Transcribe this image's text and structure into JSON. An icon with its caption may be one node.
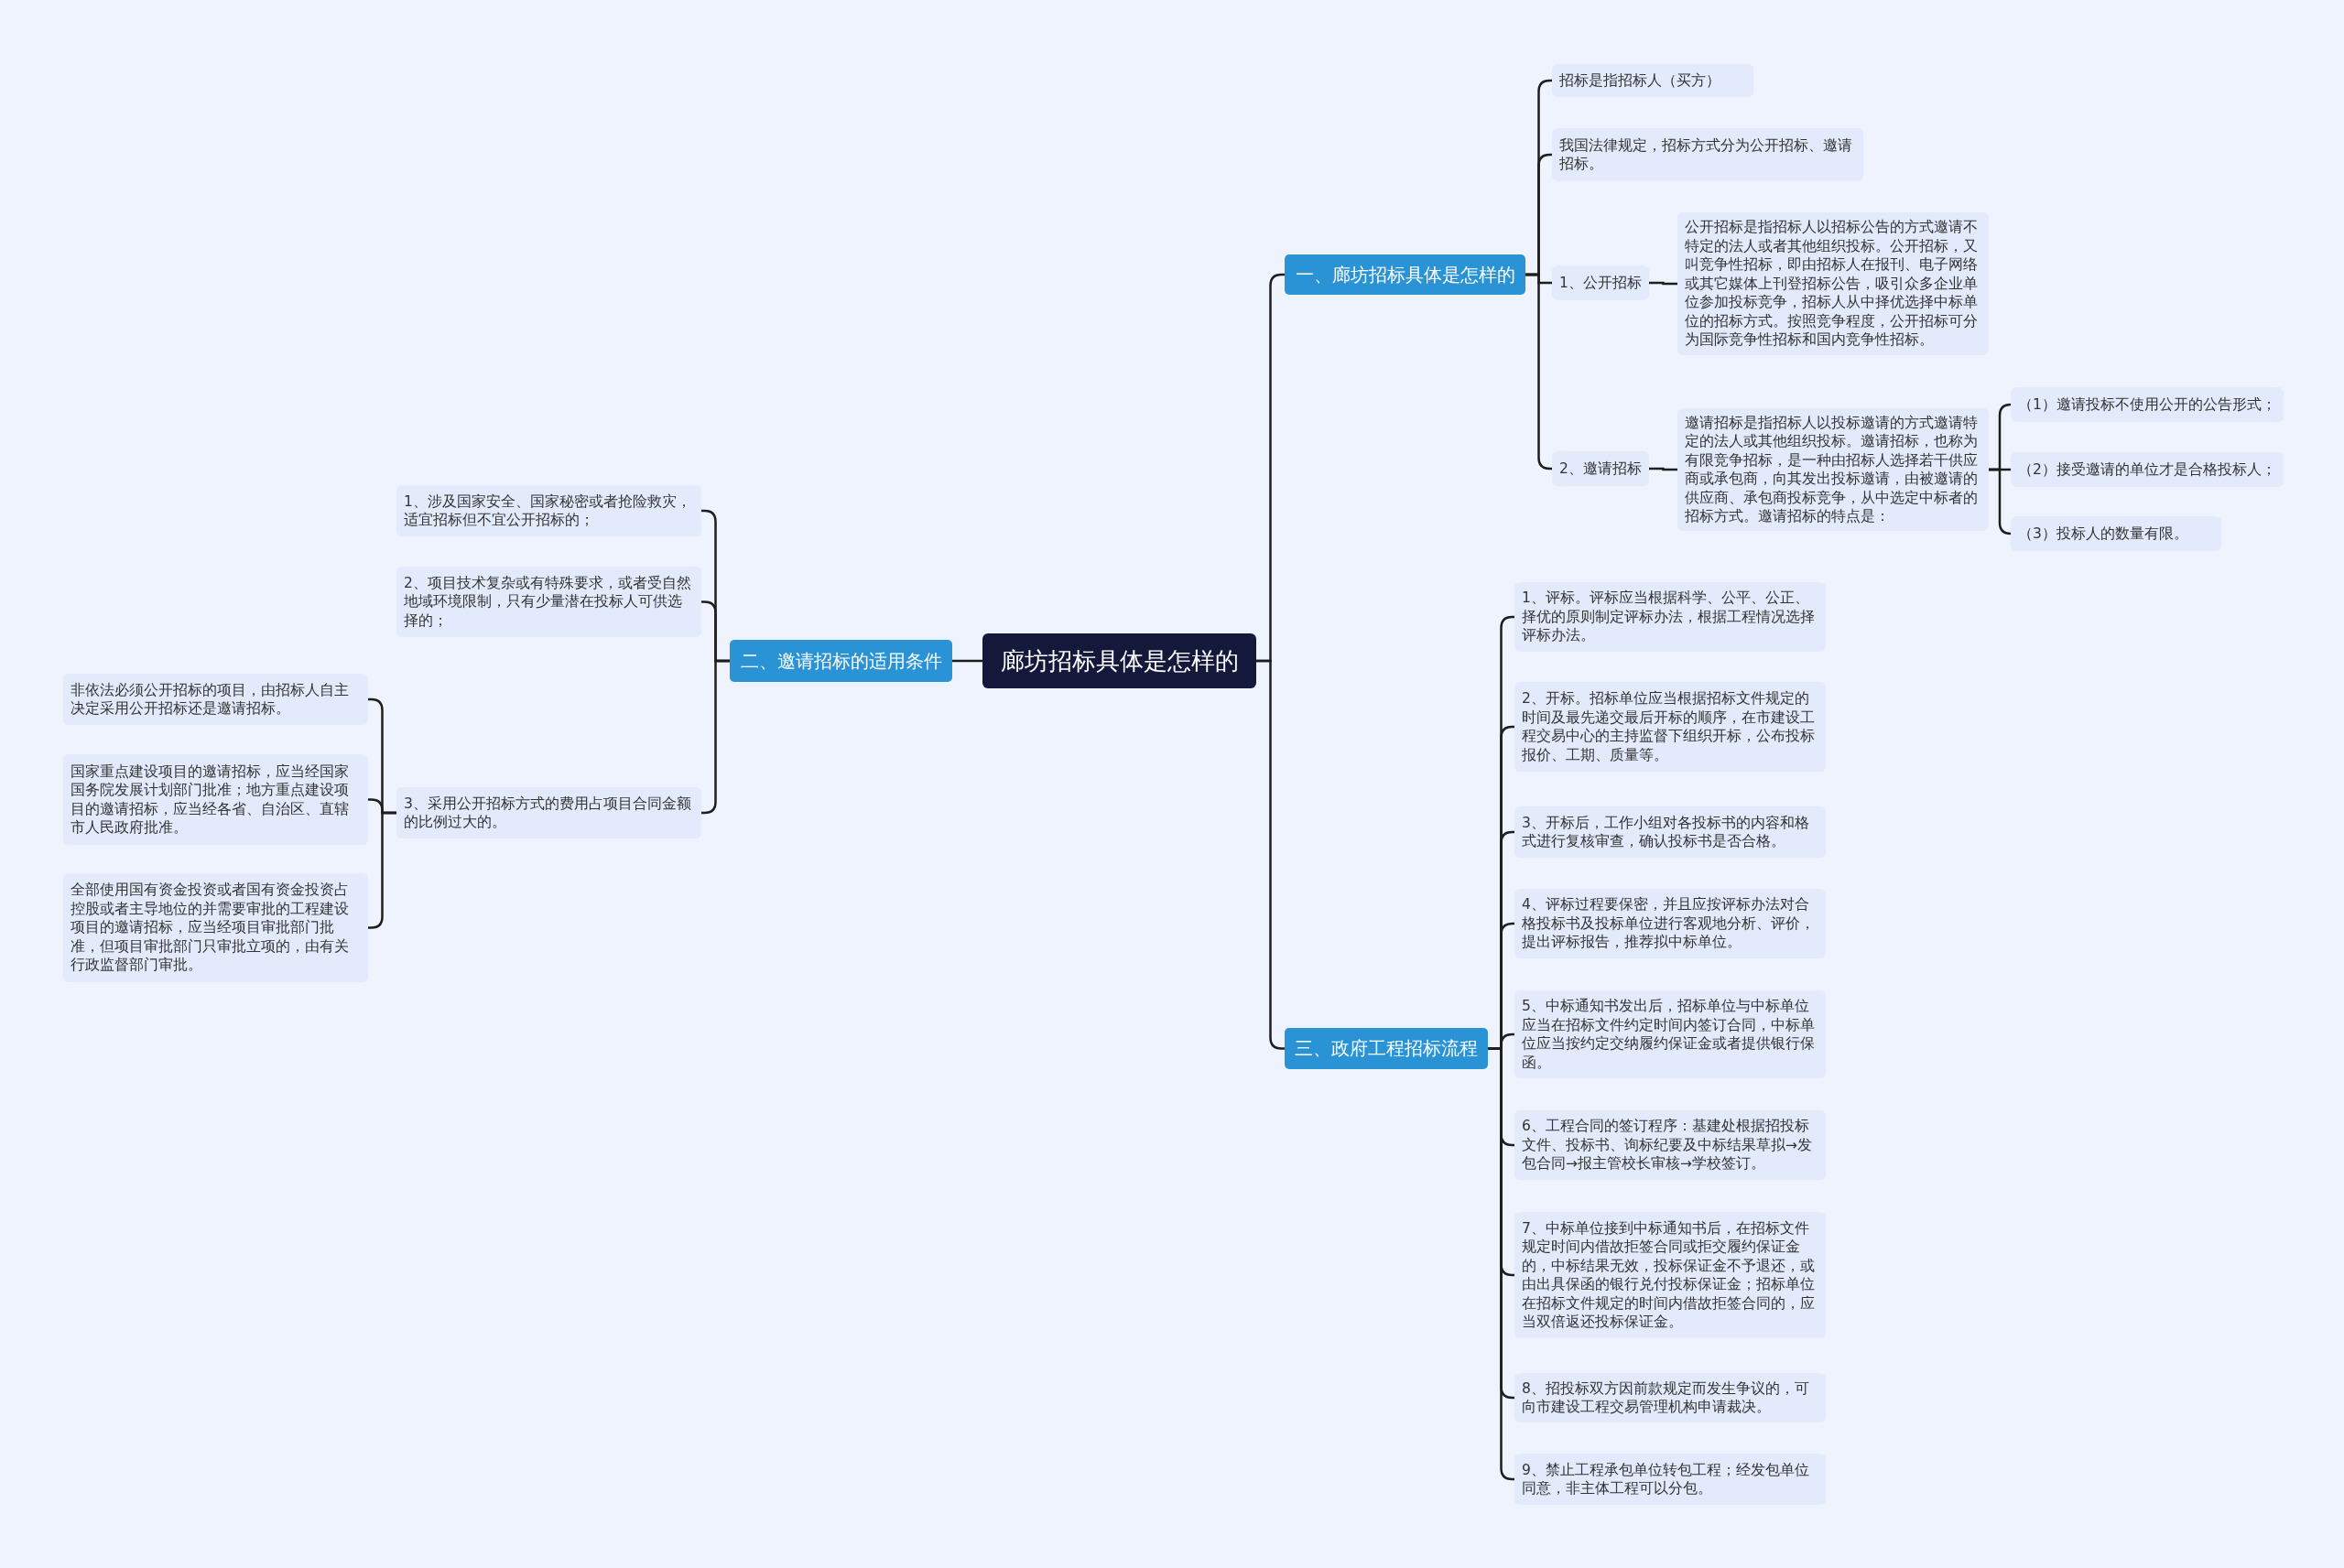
{
  "diagram": {
    "nodes": [
      {
        "text": [
          "廊坊招标具体是怎样的"
        ]
      },
      {
        "text": [
          "一、廊坊招标具体是怎样的"
        ]
      },
      {
        "text": [
          "招标是指招标人（买方）"
        ]
      },
      {
        "text": [
          "我国法律规定，招标方式分为公开招标、邀请招标。"
        ]
      },
      {
        "text": [
          "1、公开招标"
        ]
      },
      {
        "text": [
          "公开招标是指招标人以招标公告的方式邀请不特定的法人或者其他组织投标。公开招标，又叫竞争性招标，即由招标人在报刊、电子网络或其它媒体上刊登招标公告，吸引众多企业单位参加投标竞争，招标人从中择优选择中标单位的招标方式。按照竞争程度，公开招标可分为国际竞争性招标和国内竞争性招标。"
        ]
      },
      {
        "text": [
          "2、邀请招标"
        ]
      },
      {
        "text": [
          "邀请招标是指招标人以投标邀请的方式邀请特定的法人或其他组织投标。邀请招标，也称为有限竞争招标，是一种由招标人选择若干供应商或承包商，向其发出投标邀请，由被邀请的供应商、承包商投标竞争，从中选定中标者的招标方式。邀请招标的特点是："
        ]
      },
      {
        "text": [
          "（1）邀请投标不使用公开的公告形式；"
        ]
      },
      {
        "text": [
          "（2）接受邀请的单位才是合格投标人；"
        ]
      },
      {
        "text": [
          "（3）投标人的数量有限。"
        ]
      },
      {
        "text": [
          "三、政府工程招标流程"
        ]
      },
      {
        "text": [
          "1、评标。评标应当根据科学、公平、公正、择优的原则制定评标办法，根据工程情况选择评标办法。"
        ]
      },
      {
        "text": [
          "2、开标。招标单位应当根据招标文件规定的时间及最先递交最后开标的顺序，在市建设工程交易中心的主持监督下组织开标，公布投标报价、工期、质量等。"
        ]
      },
      {
        "text": [
          "3、开标后，工作小组对各投标书的内容和格式进行复核审查，确认投标书是否合格。"
        ]
      },
      {
        "text": [
          "4、评标过程要保密，并且应按评标办法对合格投标书及投标单位进行客观地分析、评价，提出评标报告，推荐拟中标单位。"
        ]
      },
      {
        "text": [
          "5、中标通知书发出后，招标单位与中标单位应当在招标文件约定时间内签订合同，中标单位应当按约定交纳履约保证金或者提供银行保函。"
        ]
      },
      {
        "text": [
          "6、工程合同的签订程序：基建处根据招投标文件、投标书、询标纪要及中标结果草拟→发包合同→报主管校长审核→学校签订。"
        ]
      },
      {
        "text": [
          "7、中标单位接到中标通知书后，在招标文件规定时间内借故拒签合同或拒交履约保证金的，中标结果无效，投标保证金不予退还，或由出具保函的银行兑付投标保证金；招标单位在招标文件规定的时间内借故拒签合同的，应当双倍返还投标保证金。"
        ]
      },
      {
        "text": [
          "8、招投标双方因前款规定而发生争议的，可向市建设工程交易管理机构申请裁决。"
        ]
      },
      {
        "text": [
          "9、禁止工程承包单位转包工程；经发包单位同意，非主体工程可以分包。"
        ]
      },
      {
        "text": [
          "二、邀请招标的适用条件"
        ]
      },
      {
        "text": [
          "1、涉及国家安全、国家秘密或者抢险救灾，适宜招标但不宜公开招标的；"
        ]
      },
      {
        "text": [
          "2、项目技术复杂或有特殊要求，或者受自然地域环境限制，只有少量潜在投标人可供选择的；"
        ]
      },
      {
        "text": [
          "3、采用公开招标方式的费用占项目合同金额的比例过大的。"
        ]
      },
      {
        "text": [
          "非依法必须公开招标的项目，由招标人自主决定采用公开招标还是邀请招标。"
        ]
      },
      {
        "text": [
          "国家重点建设项目的邀请招标，应当经国家国务院发展计划部门批准；地方重点建设项目的邀请招标，应当经各省、自治区、直辖市人民政府批准。"
        ]
      },
      {
        "text": [
          "全部使用国有资金投资或者国有资金投资占控股或者主导地位的并需要审批的工程建设项目的邀请招标，应当经项目审批部门批准，但项目审批部门只审批立项的，由有关行政监督部门审批。"
        ]
      }
    ],
    "edges": [
      {
        "from": 0,
        "to": 1,
        "arrow": "none"
      },
      {
        "from": 1,
        "to": 2,
        "arrow": "none"
      },
      {
        "from": 1,
        "to": 3,
        "arrow": "none"
      },
      {
        "from": 1,
        "to": 4,
        "arrow": "none"
      },
      {
        "from": 4,
        "to": 5,
        "arrow": "none"
      },
      {
        "from": 1,
        "to": 6,
        "arrow": "none"
      },
      {
        "from": 6,
        "to": 7,
        "arrow": "none"
      },
      {
        "from": 7,
        "to": 8,
        "arrow": "none"
      },
      {
        "from": 7,
        "to": 9,
        "arrow": "none"
      },
      {
        "from": 7,
        "to": 10,
        "arrow": "none"
      },
      {
        "from": 0,
        "to": 11,
        "arrow": "none"
      },
      {
        "from": 11,
        "to": 12,
        "arrow": "none"
      },
      {
        "from": 11,
        "to": 13,
        "arrow": "none"
      },
      {
        "from": 11,
        "to": 14,
        "arrow": "none"
      },
      {
        "from": 11,
        "to": 15,
        "arrow": "none"
      },
      {
        "from": 11,
        "to": 16,
        "arrow": "none"
      },
      {
        "from": 11,
        "to": 17,
        "arrow": "none"
      },
      {
        "from": 11,
        "to": 18,
        "arrow": "none"
      },
      {
        "from": 11,
        "to": 19,
        "arrow": "none"
      },
      {
        "from": 11,
        "to": 20,
        "arrow": "none"
      },
      {
        "from": 0,
        "to": 21,
        "arrow": "none"
      },
      {
        "from": 21,
        "to": 22,
        "arrow": "none"
      },
      {
        "from": 21,
        "to": 23,
        "arrow": "none"
      },
      {
        "from": 21,
        "to": 24,
        "arrow": "none"
      },
      {
        "from": 24,
        "to": 25,
        "arrow": "none"
      },
      {
        "from": 24,
        "to": 26,
        "arrow": "none"
      },
      {
        "from": 24,
        "to": 27,
        "arrow": "none"
      }
    ]
  }
}
